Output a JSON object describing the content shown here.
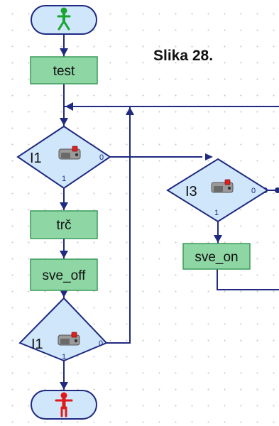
{
  "caption": "Slika 28.",
  "blocks": {
    "start": {
      "icon": "start-figure-icon"
    },
    "test": {
      "label": "test"
    },
    "trc": {
      "label": "trč"
    },
    "sve_off": {
      "label": "sve_off"
    },
    "sve_on": {
      "label": "sve_on"
    },
    "stop": {
      "icon": "stop-figure-icon"
    }
  },
  "branches": {
    "i1_top": {
      "input": "I1",
      "out_right": "0",
      "out_bottom": "1",
      "icon": "push-switch-icon"
    },
    "i3": {
      "input": "I3",
      "out_right": "0",
      "out_bottom": "1",
      "icon": "push-switch-icon"
    },
    "i1_bottom": {
      "input": "I1",
      "out_right": "0",
      "out_bottom": "1",
      "icon": "push-switch-icon"
    }
  },
  "colors": {
    "line": "#1f2a80",
    "box_fill": "#8ed6a4",
    "box_stroke": "#3a9a5a",
    "diamond_fill": "#cfe6fb",
    "terminal_fill": "#cfe6fb",
    "start_figure": "#1aa52e",
    "stop_figure": "#e01818"
  }
}
